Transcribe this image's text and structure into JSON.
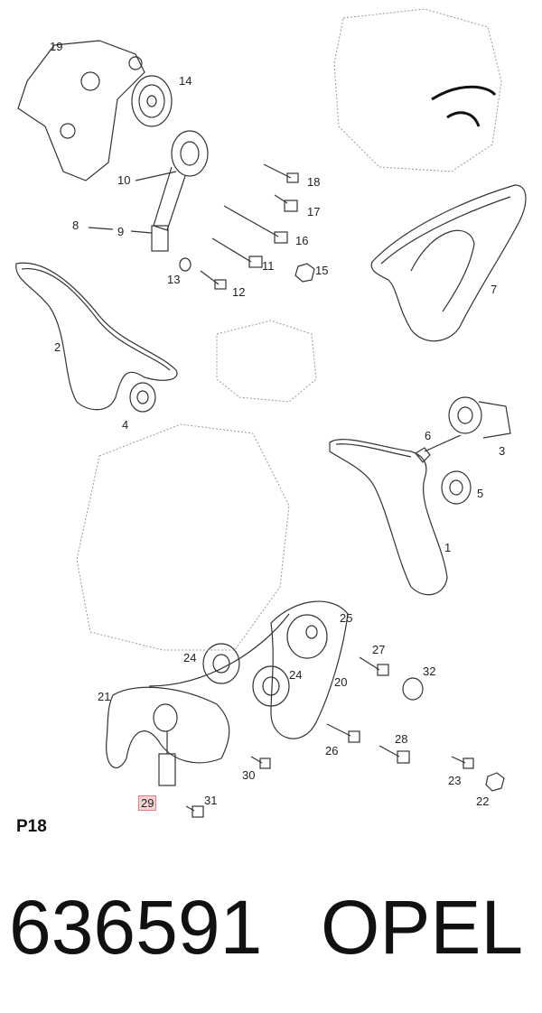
{
  "diagram": {
    "callouts": [
      {
        "id": "19",
        "highlight": false
      },
      {
        "id": "14",
        "highlight": false
      },
      {
        "id": "10",
        "highlight": false
      },
      {
        "id": "8",
        "highlight": false
      },
      {
        "id": "9",
        "highlight": false
      },
      {
        "id": "18",
        "highlight": false
      },
      {
        "id": "17",
        "highlight": false
      },
      {
        "id": "16",
        "highlight": false
      },
      {
        "id": "11",
        "highlight": false
      },
      {
        "id": "15",
        "highlight": false
      },
      {
        "id": "13",
        "highlight": false
      },
      {
        "id": "12",
        "highlight": false
      },
      {
        "id": "7",
        "highlight": false
      },
      {
        "id": "2",
        "highlight": false
      },
      {
        "id": "4",
        "highlight": false
      },
      {
        "id": "6",
        "highlight": false
      },
      {
        "id": "3",
        "highlight": false
      },
      {
        "id": "5",
        "highlight": false
      },
      {
        "id": "1",
        "highlight": false
      },
      {
        "id": "25",
        "highlight": false
      },
      {
        "id": "24",
        "highlight": false
      },
      {
        "id": "24",
        "highlight": false
      },
      {
        "id": "27",
        "highlight": false
      },
      {
        "id": "32",
        "highlight": false
      },
      {
        "id": "21",
        "highlight": false
      },
      {
        "id": "20",
        "highlight": false
      },
      {
        "id": "26",
        "highlight": false
      },
      {
        "id": "28",
        "highlight": false
      },
      {
        "id": "30",
        "highlight": false
      },
      {
        "id": "23",
        "highlight": false
      },
      {
        "id": "22",
        "highlight": false
      },
      {
        "id": "29",
        "highlight": true
      },
      {
        "id": "31",
        "highlight": false
      }
    ]
  },
  "footer": {
    "page_code": "P18",
    "part_number": "636591",
    "brand": "OPEL"
  },
  "colors": {
    "line": "#333333",
    "dotted": "#999999",
    "highlight_fill": "#f6d3d3",
    "highlight_border": "#e08080"
  }
}
